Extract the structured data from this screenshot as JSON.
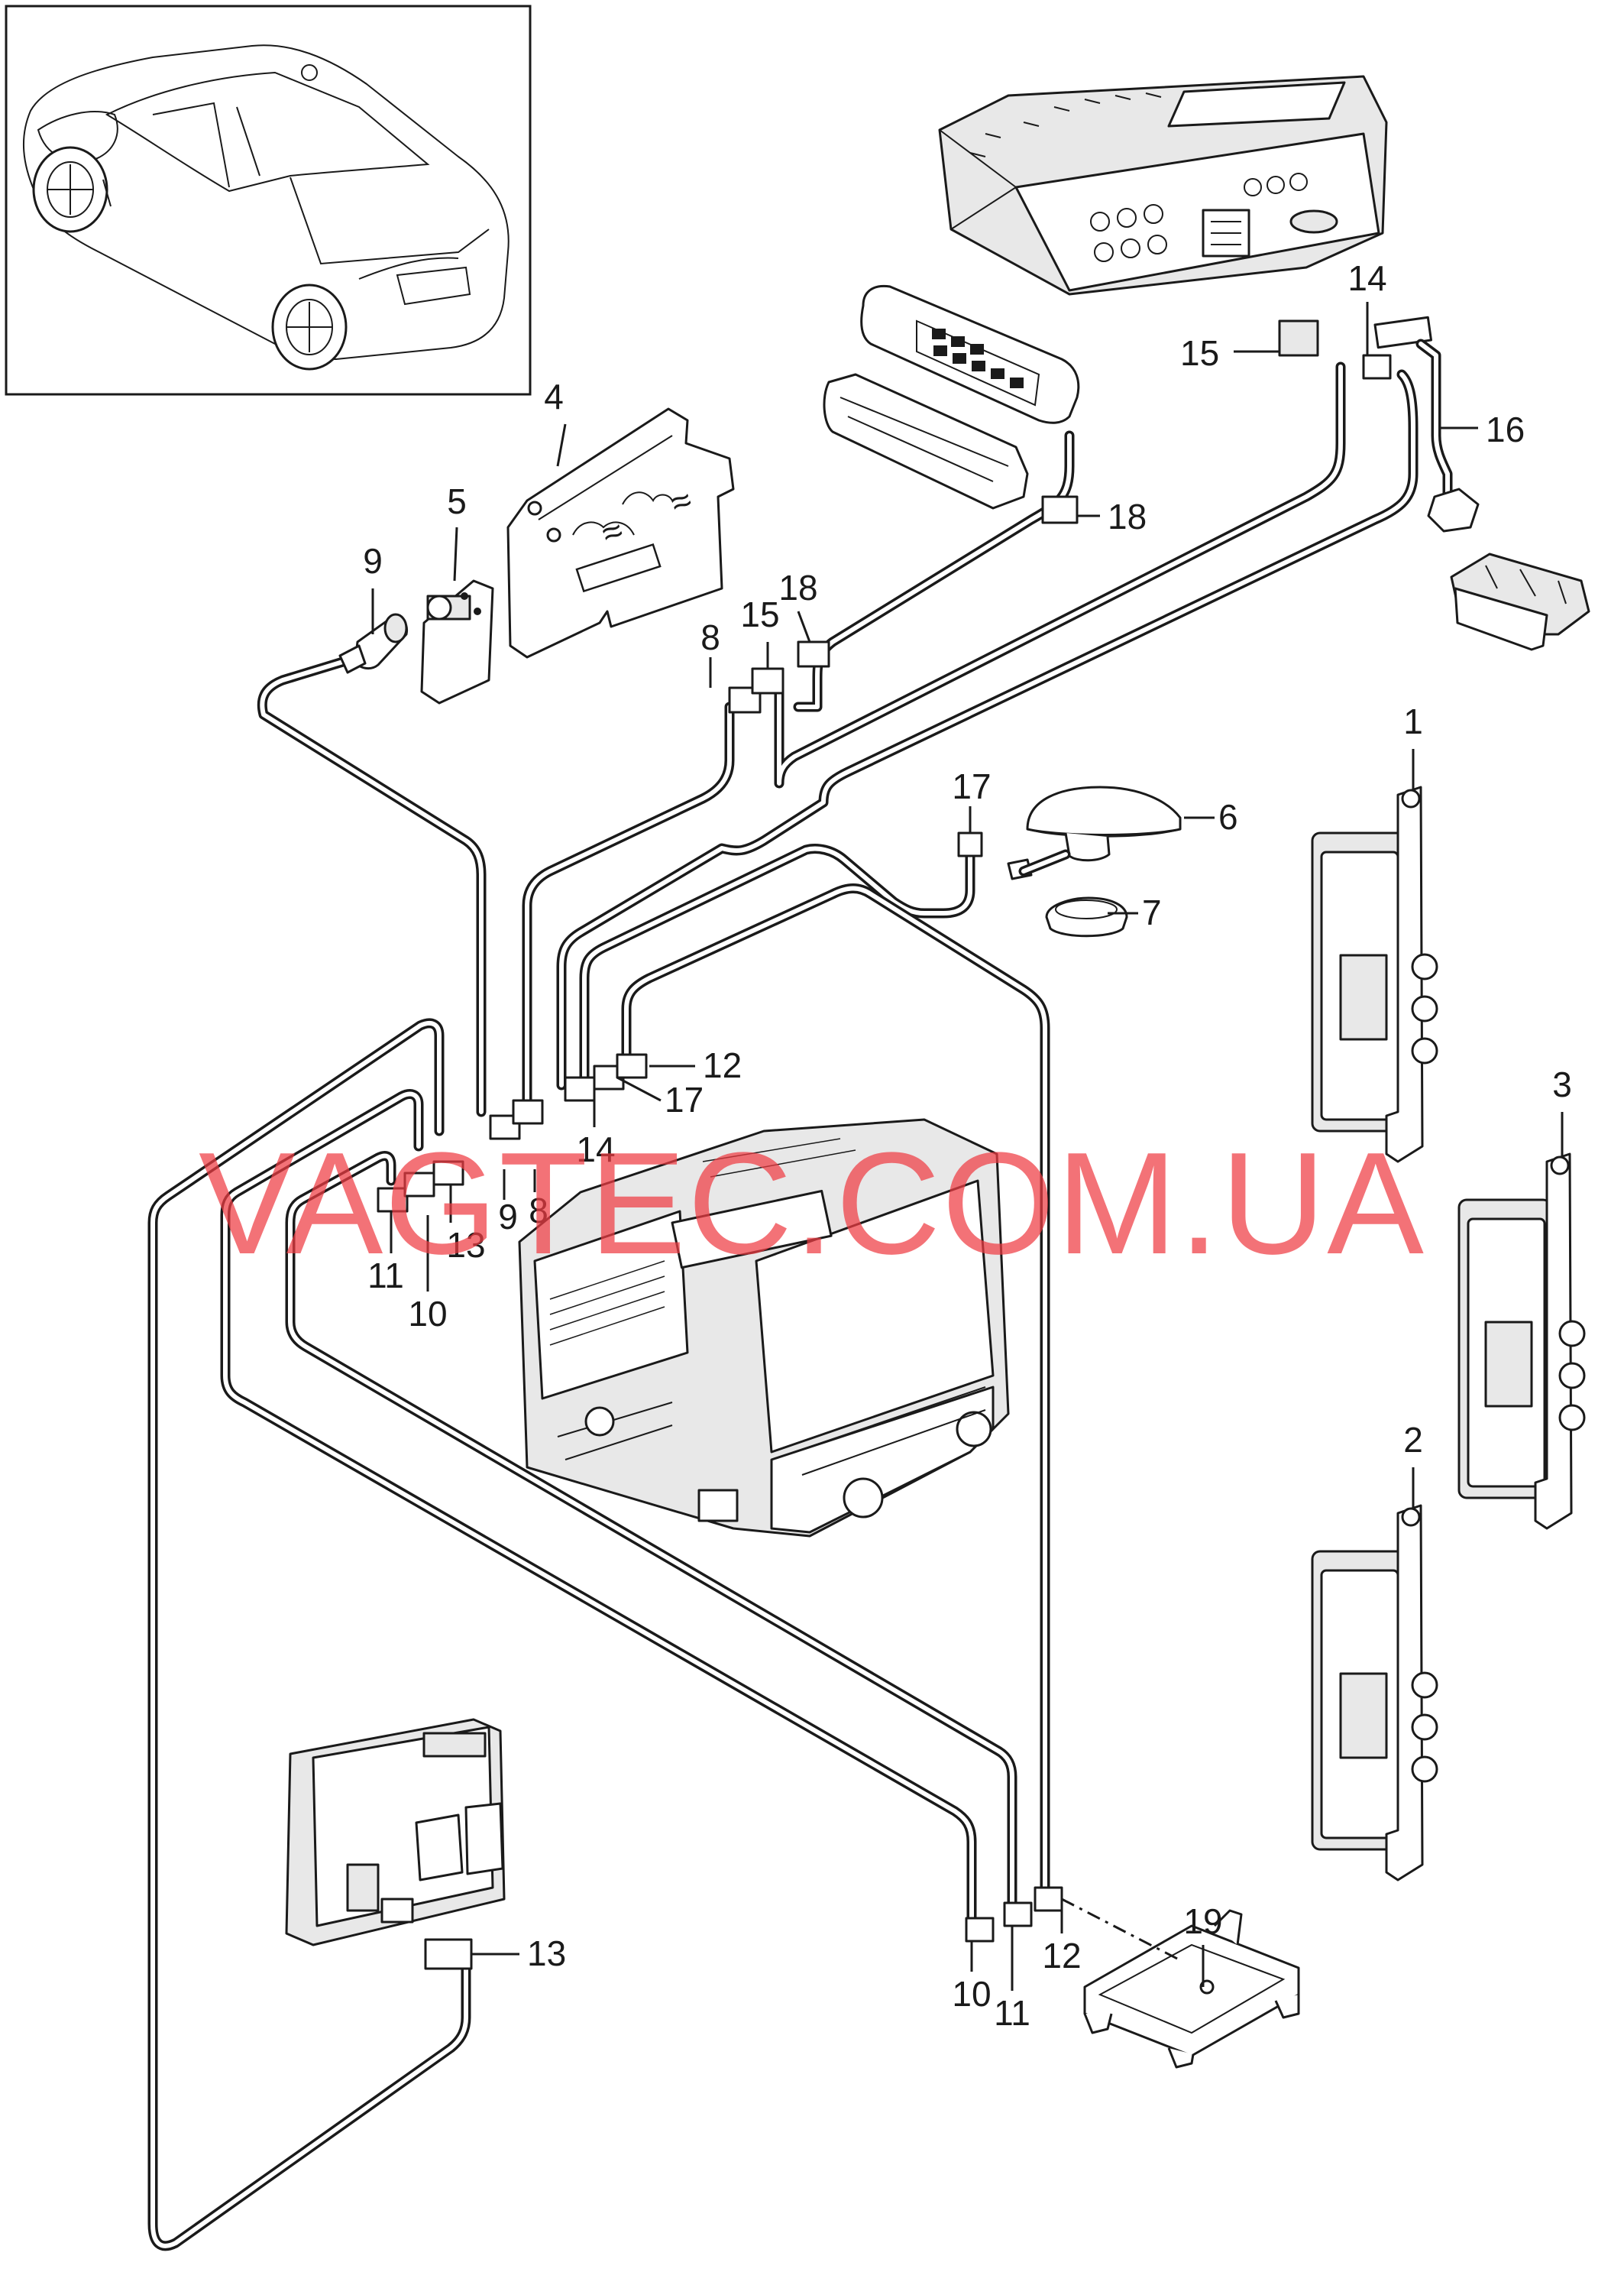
{
  "watermark": "VAGTEC.COM.UA",
  "labels": {
    "l1": "1",
    "l2": "2",
    "l3": "3",
    "l4": "4",
    "l5": "5",
    "l6": "6",
    "l7": "7",
    "l8a": "8",
    "l8b": "8",
    "l9a": "9",
    "l9b": "9",
    "l10a": "10",
    "l10b": "10",
    "l11a": "11",
    "l11b": "11",
    "l12a": "12",
    "l12b": "12",
    "l13a": "13",
    "l13b": "13",
    "l14a": "14",
    "l14b": "14",
    "l15a": "15",
    "l15b": "15",
    "l16": "16",
    "l17a": "17",
    "l17b": "17",
    "l18a": "18",
    "l18b": "18",
    "l19": "19"
  }
}
